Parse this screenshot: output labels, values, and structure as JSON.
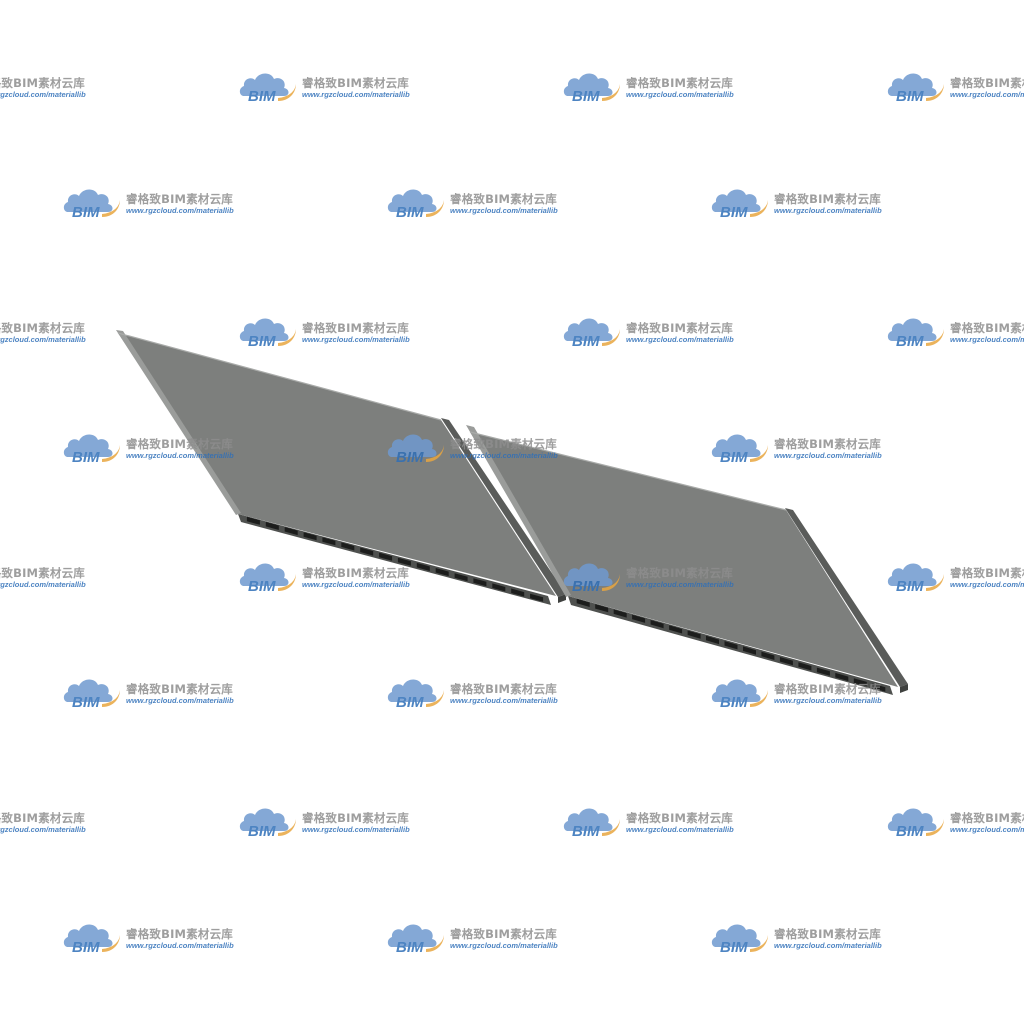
{
  "scene": {
    "background_color": "#ffffff",
    "panel_top_color": "#7d7f7d",
    "panel_edge_color": "#525452",
    "panel_slot_color": "#1c1d1c",
    "panel_count": 2
  },
  "watermark": {
    "name": "睿格致BIM素材云库",
    "url": "www.rgzcloud.com/materiallib",
    "logo_text": "BIM",
    "logo_icon": "cloud-icon",
    "cloud_color": "#6f9ad0",
    "swoosh_color": "#e8a640",
    "text_color": "#8e8e8e",
    "url_color": "#2f6fb8"
  }
}
